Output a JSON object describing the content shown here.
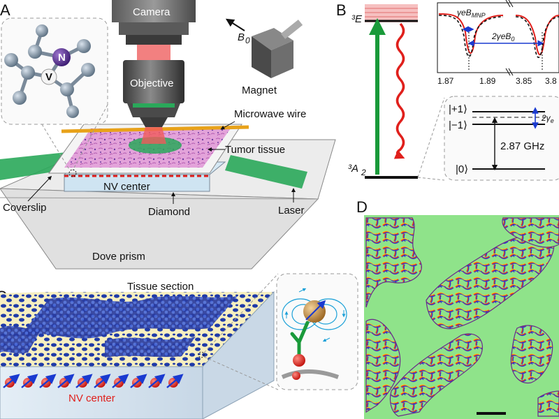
{
  "panels": {
    "a": "A",
    "b": "B",
    "c": "C",
    "d": "D"
  },
  "panel_a": {
    "camera": "Camera",
    "objective": "Objective",
    "b0": "B",
    "b0_sub": "0",
    "magnet": "Magnet",
    "microwave_wire": "Microwave wire",
    "tumor_tissue": "Tumor tissue",
    "nv_center": "NV center",
    "coverslip": "Coverslip",
    "diamond": "Diamond",
    "laser": "Laser",
    "dove_prism": "Dove prism",
    "atom_n": "N",
    "atom_v": "V"
  },
  "panel_b": {
    "level_3e": "³E",
    "level_3a2": "³A",
    "level_3a2_sub": "2",
    "gamma_b_mnp": "γ",
    "gamma_b_mnp_rest": "eB",
    "gamma_b_mnp_sub": "MNP",
    "two_gamma_b0": "2γ",
    "two_gamma_b0_rest": "eB",
    "two_gamma_b0_sub": "0",
    "ticks_left": [
      "1.87",
      "1.89"
    ],
    "ticks_right": [
      "3.85",
      "3.8"
    ],
    "state_plus1": "|+1⟩",
    "state_minus1": "|−1⟩",
    "state_zero": "|0⟩",
    "zero_field_splitting": "2.87 GHz",
    "split_label": "2γ",
    "split_label_sub": "e"
  },
  "panel_c": {
    "tissue_section": "Tissue section",
    "nv_center": "NV center"
  },
  "colors": {
    "green": "#1a9a3a",
    "red": "#e0201c",
    "orange": "#e8a21a",
    "tissue_pink": "#d98fd0",
    "tissue_blue": "#1f2f9a",
    "cream": "#f7f0c0",
    "map_green": "#8fe38a"
  }
}
